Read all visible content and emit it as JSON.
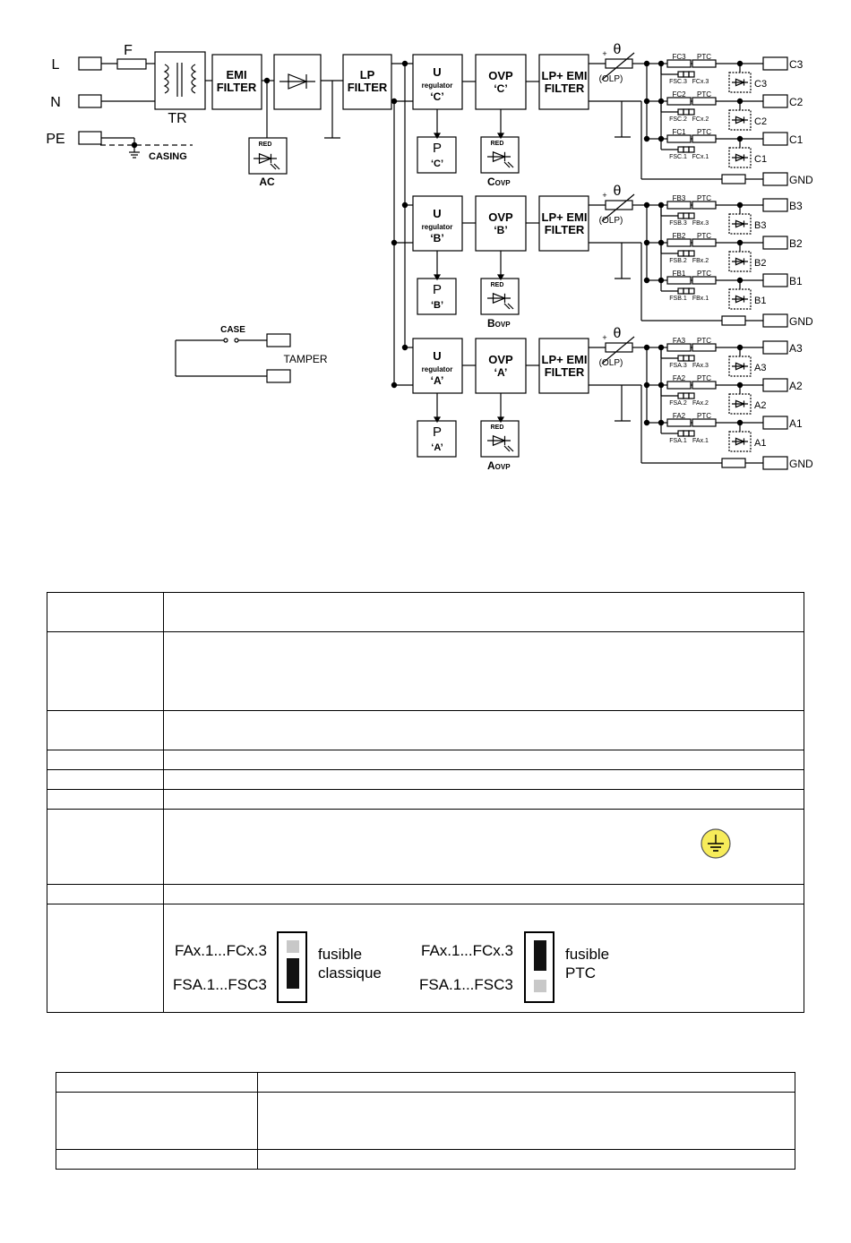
{
  "diagram": {
    "inputs": [
      "L",
      "N",
      "PE"
    ],
    "fuse_label": "F",
    "transformer_label": "TR",
    "casing_label": "CASING",
    "emi_filter": [
      "EMI",
      "FILTER"
    ],
    "lp_filter": [
      "LP",
      "FILTER"
    ],
    "red_label": "RED",
    "ac_label": "AC",
    "plus": "+",
    "theta": "θ",
    "olp": "(OLP)",
    "ptc": "PTC",
    "gnd": "GND",
    "tamper_case": "CASE",
    "tamper": "TAMPER",
    "channels": [
      {
        "reg": [
          "U",
          "regulator",
          "‘C’"
        ],
        "ovp": [
          "OVP",
          "‘C’"
        ],
        "lpemi": [
          "LP+ EMI",
          "FILTER"
        ],
        "p": [
          "P",
          "‘C’"
        ],
        "ovp_led_main": "C",
        "ovp_led_sub": "OVP",
        "outputs": [
          {
            "name": "C3",
            "fuse": "FC3",
            "fs": "FSC.3",
            "fx": "FCx.3"
          },
          {
            "name": "C2",
            "fuse": "FC2",
            "fs": "FSC.2",
            "fx": "FCx.2"
          },
          {
            "name": "C1",
            "fuse": "FC1",
            "fs": "FSC.1",
            "fx": "FCx.1"
          }
        ]
      },
      {
        "reg": [
          "U",
          "regulator",
          "‘B’"
        ],
        "ovp": [
          "OVP",
          "‘B’"
        ],
        "lpemi": [
          "LP+ EMI",
          "FILTER"
        ],
        "p": [
          "P",
          "‘B’"
        ],
        "ovp_led_main": "B",
        "ovp_led_sub": "OVP",
        "outputs": [
          {
            "name": "B3",
            "fuse": "FB3",
            "fs": "FSB.3",
            "fx": "FBx.3"
          },
          {
            "name": "B2",
            "fuse": "FB2",
            "fs": "FSB.2",
            "fx": "FBx.2"
          },
          {
            "name": "B1",
            "fuse": "FB1",
            "fs": "FSB.1",
            "fx": "FBx.1"
          }
        ]
      },
      {
        "reg": [
          "U",
          "regulator",
          "‘A’"
        ],
        "ovp": [
          "OVP",
          "‘A’"
        ],
        "lpemi": [
          "LP+ EMI",
          "FILTER"
        ],
        "p": [
          "P",
          "‘A’"
        ],
        "ovp_led_main": "A",
        "ovp_led_sub": "OVP",
        "outputs": [
          {
            "name": "A3",
            "fuse": "FA3",
            "fs": "FSA.3",
            "fx": "FAx.3"
          },
          {
            "name": "A2",
            "fuse": "FA2",
            "fs": "FSA.2",
            "fx": "FAx.2"
          },
          {
            "name": "A1",
            "fuse": "FA2",
            "fs": "FSA.1",
            "fx": "FAx.1"
          }
        ]
      }
    ]
  },
  "fuse_legend": {
    "left": {
      "top": "FAx.1...FCx.3",
      "bottom": "FSA.1...FSC3",
      "desc1": "fusible",
      "desc2": "classique"
    },
    "right": {
      "top": "FAx.1...FCx.3",
      "bottom": "FSA.1...FSC3",
      "desc1": "fusible",
      "desc2": "PTC"
    }
  },
  "colors": {
    "earth_symbol_fill": "#f7ec5a",
    "switch_light": "#c8c8c8",
    "switch_dark": "#111111"
  }
}
